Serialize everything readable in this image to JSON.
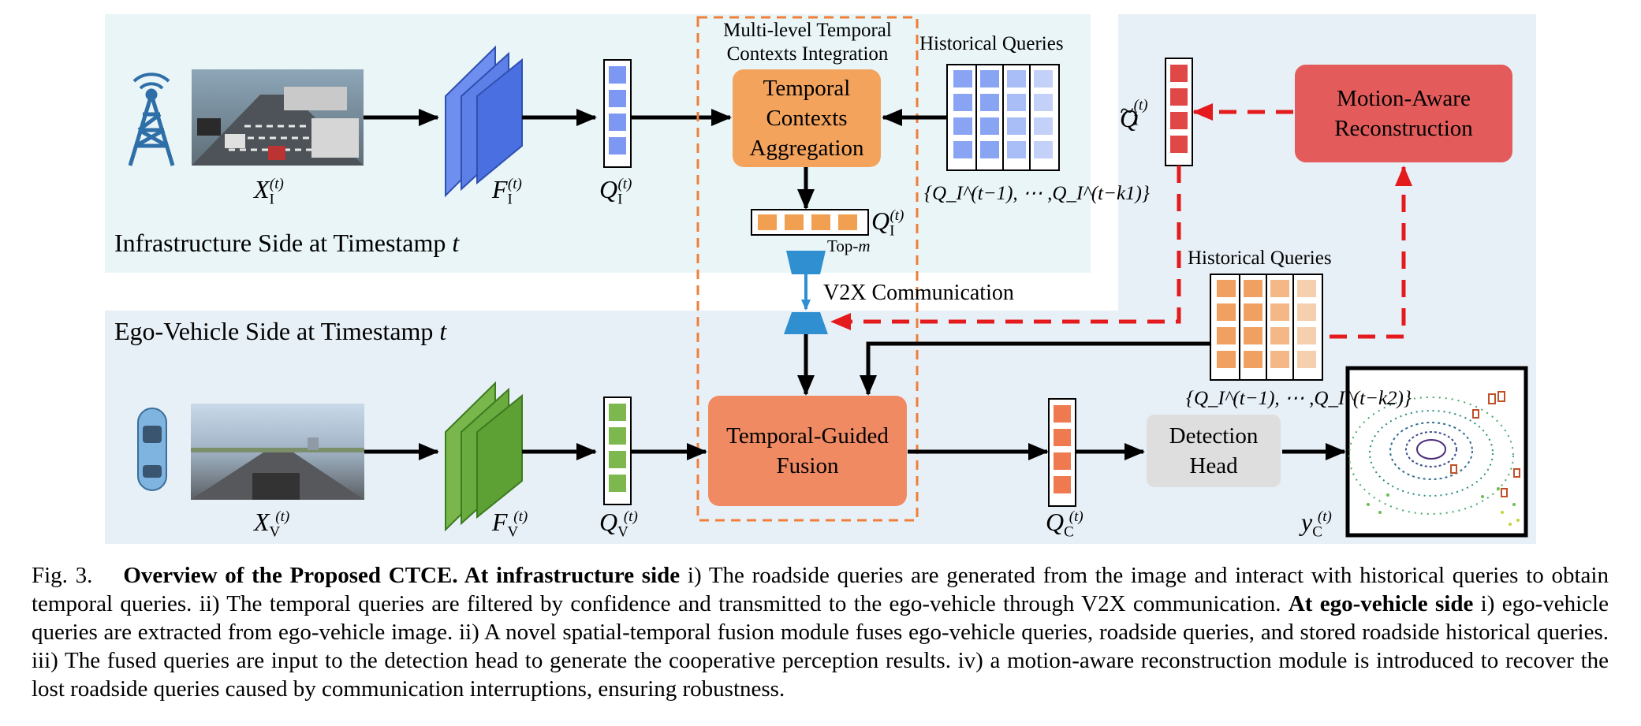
{
  "figure": {
    "infra_panel_label": "Infrastructure Side at Timestamp ",
    "infra_panel_t": "t",
    "ego_panel_label": "Ego-Vehicle Side at Timestamp ",
    "ego_panel_t": "t",
    "mlti_label_line1": "Multi-level Temporal",
    "mlti_label_line2": "Contexts Integration",
    "historical_queries_top": "Historical Queries",
    "historical_queries_right": "Historical Queries",
    "tca_box": "Temporal Contexts Aggregation",
    "tgf_box": "Temporal-Guided Fusion",
    "mar_box": "Motion-Aware Reconstruction",
    "det_box": "Detection Head",
    "v2x_label": "V2X Communication",
    "topm_label": "Top-",
    "topm_m": "m",
    "math": {
      "x_base": "X",
      "f_base": "F",
      "q_base": "Q",
      "y_base": "y",
      "sub_i": "I",
      "sub_v": "V",
      "sub_c": "C",
      "sup_t": "(t)",
      "set_infra_k1": "{Q_I^(t−1), ⋯ ,Q_I^(t−k1)}",
      "set_infra_k2": "{Q_I^(t−1), ⋯ ,Q_I^(t−k2)}"
    },
    "colors": {
      "infra_bg": "#eaf5f8",
      "ego_bg": "#e8f0f7",
      "right_bg": "#e8f0f7",
      "orange_box": "#f4a35c",
      "salmon_box": "#ef8a62",
      "red_box": "#e35b5b",
      "grey_box": "#dedede",
      "blue_query": "#6f8ff0",
      "green_query": "#79b74d",
      "orange_query": "#f08a5a",
      "red_dash": "#e41a1c",
      "v2x_blue": "#2f8fd1"
    }
  },
  "caption": {
    "fig_no": "Fig. 3.",
    "bold_title": "Overview of the Proposed CTCE. At infrastructure side",
    "part1": " i) The roadside queries are generated from the image and interact with historical queries to obtain temporal queries. ii) The temporal queries are filtered by confidence and transmitted to the ego-vehicle through V2X communication. ",
    "bold_ego": "At ego-vehicle side",
    "part2": " i) ego-vehicle queries are extracted from ego-vehicle image. ii) A novel spatial-temporal fusion module fuses ego-vehicle queries, roadside queries, and stored roadside historical queries. iii) The fused queries are input to the detection head to generate the cooperative perception results. iv) a motion-aware reconstruction module is introduced to recover the lost roadside queries caused by communication interruptions, ensuring robustness."
  }
}
